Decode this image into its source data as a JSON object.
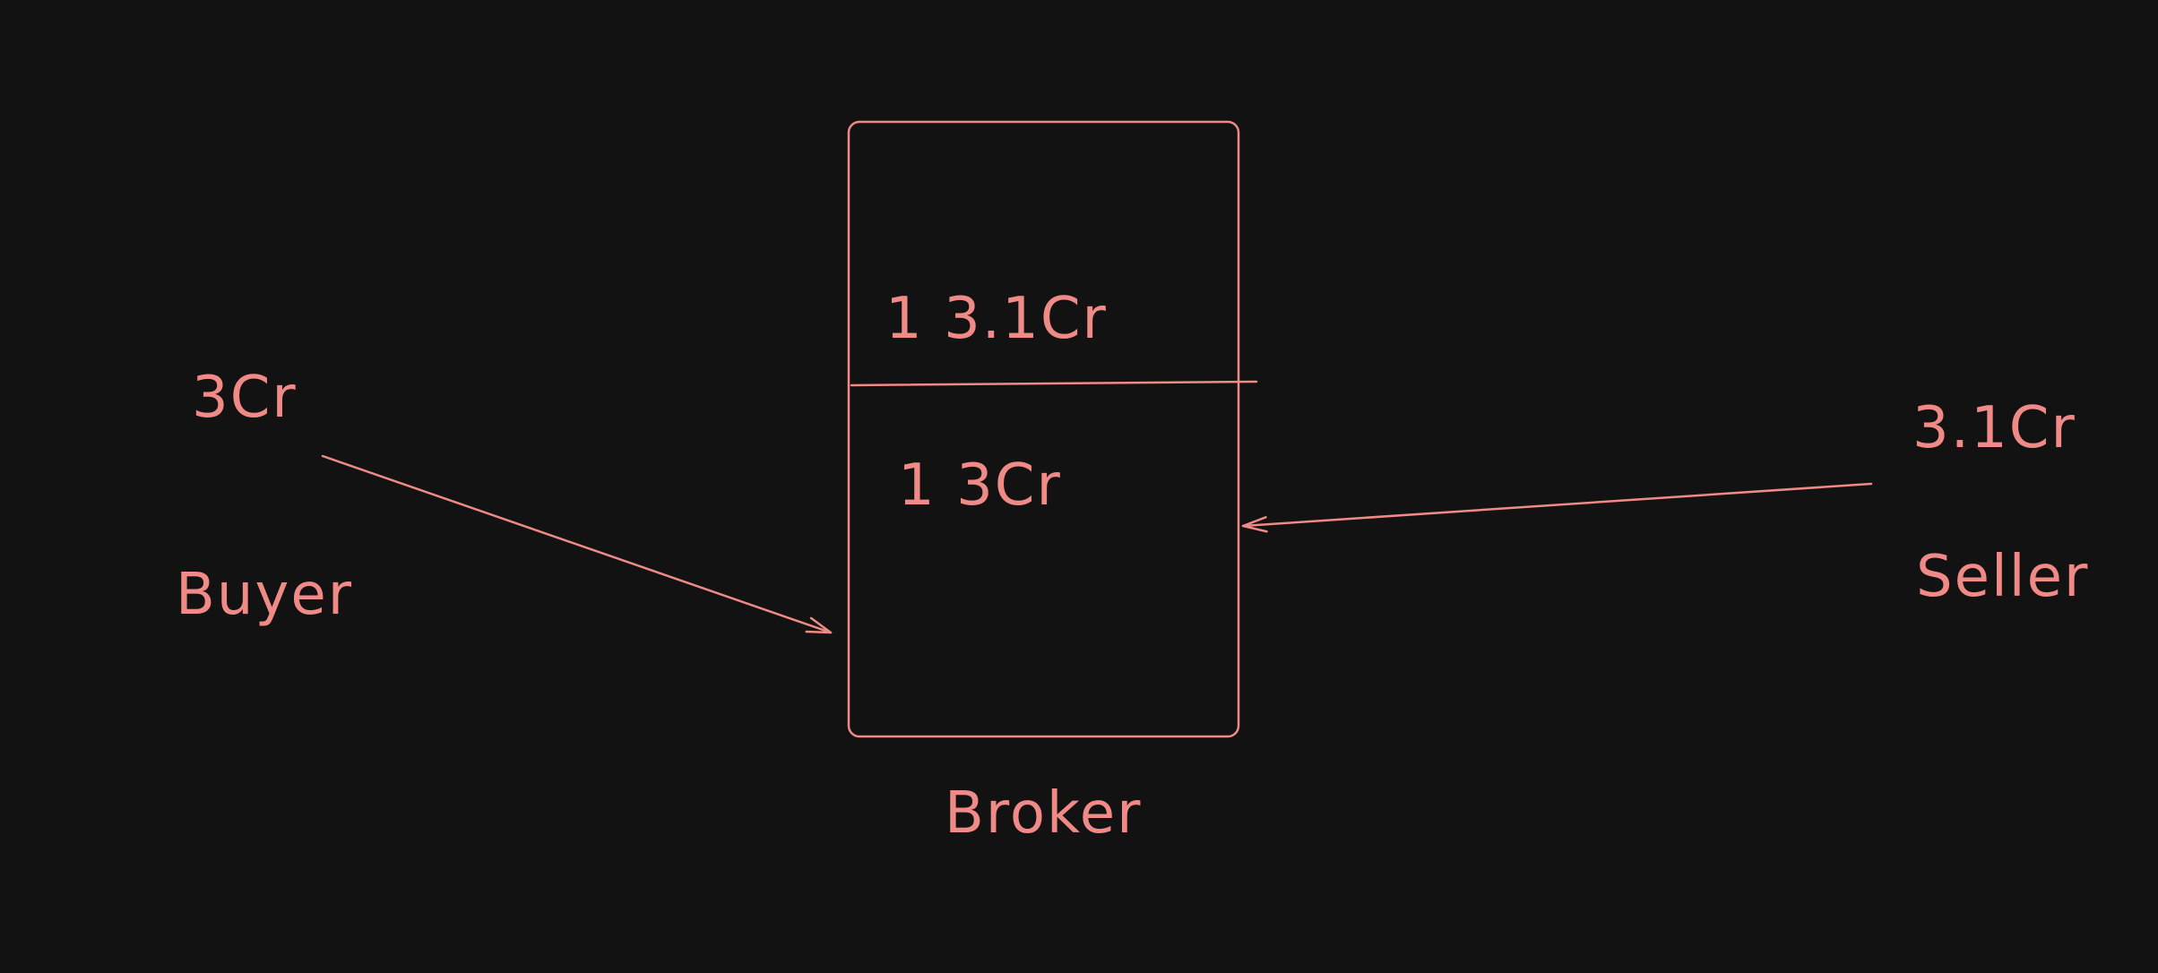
{
  "colors": {
    "background": "#121212",
    "stroke": "#f08a86",
    "text": "#f08a86"
  },
  "buyer": {
    "price": "3Cr",
    "name": "Buyer"
  },
  "seller": {
    "price": "3.1Cr",
    "name": "Seller"
  },
  "broker": {
    "name": "Broker",
    "sell_entry": "1 3.1Cr",
    "buy_entry": "1 3Cr"
  }
}
